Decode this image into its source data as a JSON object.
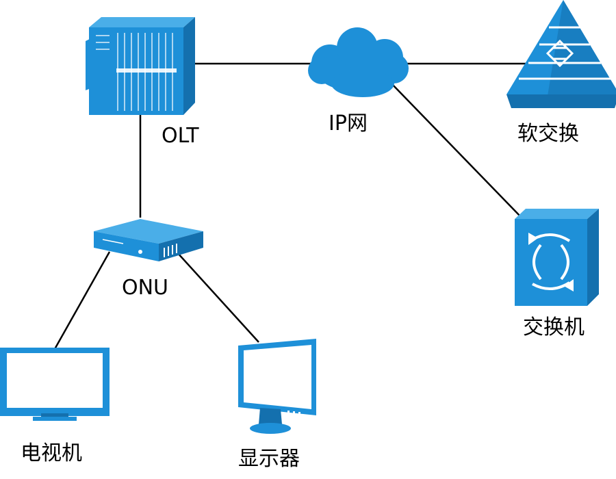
{
  "colors": {
    "device": "#1E90D8",
    "device_dark": "#1470AE",
    "link": "#000000",
    "background": "#FFFFFF"
  },
  "nodes": {
    "olt": {
      "label": "OLT",
      "icon": "olt-chassis"
    },
    "ip_network": {
      "label": "IP网",
      "icon": "cloud"
    },
    "softswitch": {
      "label": "软交换",
      "icon": "pyramid"
    },
    "switch": {
      "label": "交换机",
      "icon": "switch-box"
    },
    "onu": {
      "label": "ONU",
      "icon": "onu-box"
    },
    "tv": {
      "label": "电视机",
      "icon": "television"
    },
    "monitor": {
      "label": "显示器",
      "icon": "monitor"
    }
  },
  "links": [
    {
      "from": "OLT",
      "to": "IP网"
    },
    {
      "from": "IP网",
      "to": "软交换"
    },
    {
      "from": "IP网",
      "to": "交换机"
    },
    {
      "from": "OLT",
      "to": "ONU"
    },
    {
      "from": "ONU",
      "to": "电视机"
    },
    {
      "from": "ONU",
      "to": "显示器"
    }
  ]
}
